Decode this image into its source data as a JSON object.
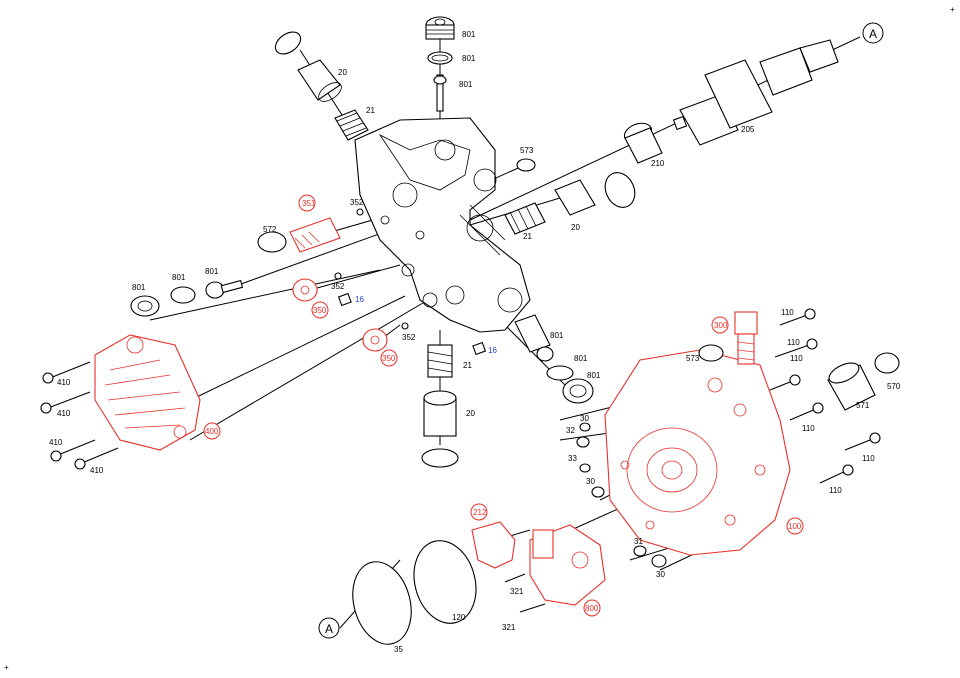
{
  "labels": {
    "p801_top1": "801",
    "p801_top2": "801",
    "p801_top3": "801",
    "p20_top": "20",
    "p21_top": "21",
    "p573_top": "573",
    "p210": "210",
    "p205": "205",
    "p21_right": "21",
    "p20_right": "20",
    "p351": "351",
    "p352_a": "352",
    "p572": "572",
    "p801_l1": "801",
    "p801_l2": "801",
    "p801_l3": "801",
    "p350_a": "350",
    "p352_b": "352",
    "p16_a": "16",
    "p350_b": "350",
    "p352_c": "352",
    "p410_a": "410",
    "p410_b": "410",
    "p410_c": "410",
    "p410_d": "410",
    "p400": "400",
    "p21_mid": "21",
    "p16_b": "16",
    "p20_mid": "20",
    "p801_r1": "801",
    "p801_r2": "801",
    "p801_r3": "801",
    "p300": "300",
    "p573_r": "573",
    "p110_a": "110",
    "p110_b": "110",
    "p110_c": "110",
    "p110_d": "110",
    "p110_e": "110",
    "p110_f": "110",
    "p570": "570",
    "p571": "571",
    "p30_a": "30",
    "p32": "32",
    "p33": "33",
    "p30_b": "30",
    "p100": "100",
    "p212": "212",
    "p31": "31",
    "p30_c": "30",
    "p321_a": "321",
    "p321_b": "321",
    "p800": "800",
    "p120": "120",
    "p35": "35",
    "ref_a_top": "A",
    "ref_a_bottom": "A",
    "plus_tr": "+",
    "plus_bl": "+"
  },
  "colors": {
    "black": "#000000",
    "red": "#e8302a",
    "blue": "#1f3fd6"
  }
}
